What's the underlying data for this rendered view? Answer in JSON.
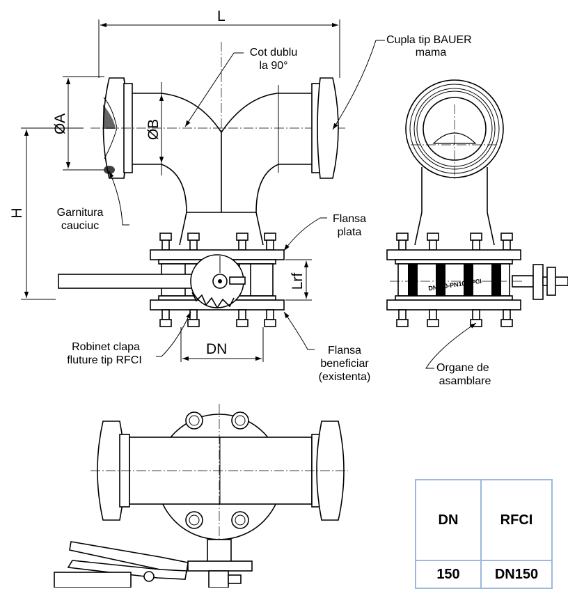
{
  "dimensions": {
    "L": "L",
    "H": "H",
    "A": "ØA",
    "B": "ØB",
    "DN": "DN",
    "Lrf": "Lrf"
  },
  "labels": {
    "cupla_1": "Cupla tip BAUER",
    "cupla_2": "mama",
    "cot_1": "Cot dublu",
    "cot_2": "la 90°",
    "garnitura_1": "Garnitura",
    "garnitura_2": "cauciuc",
    "flansa_plata_1": "Flansa",
    "flansa_plata_2": "plata",
    "robinet_1": "Robinet clapa",
    "robinet_2": "fluture tip RFCI",
    "flansa_benef_1": "Flansa",
    "flansa_benef_2": "beneficiar",
    "flansa_benef_3": "(existenta)",
    "organe_1": "Organe de",
    "organe_2": "asamblare",
    "marking": "DN150-PN10/RFCI"
  },
  "table": {
    "headers": [
      "DN",
      "RFCI"
    ],
    "row": [
      "150",
      "DN150"
    ]
  }
}
